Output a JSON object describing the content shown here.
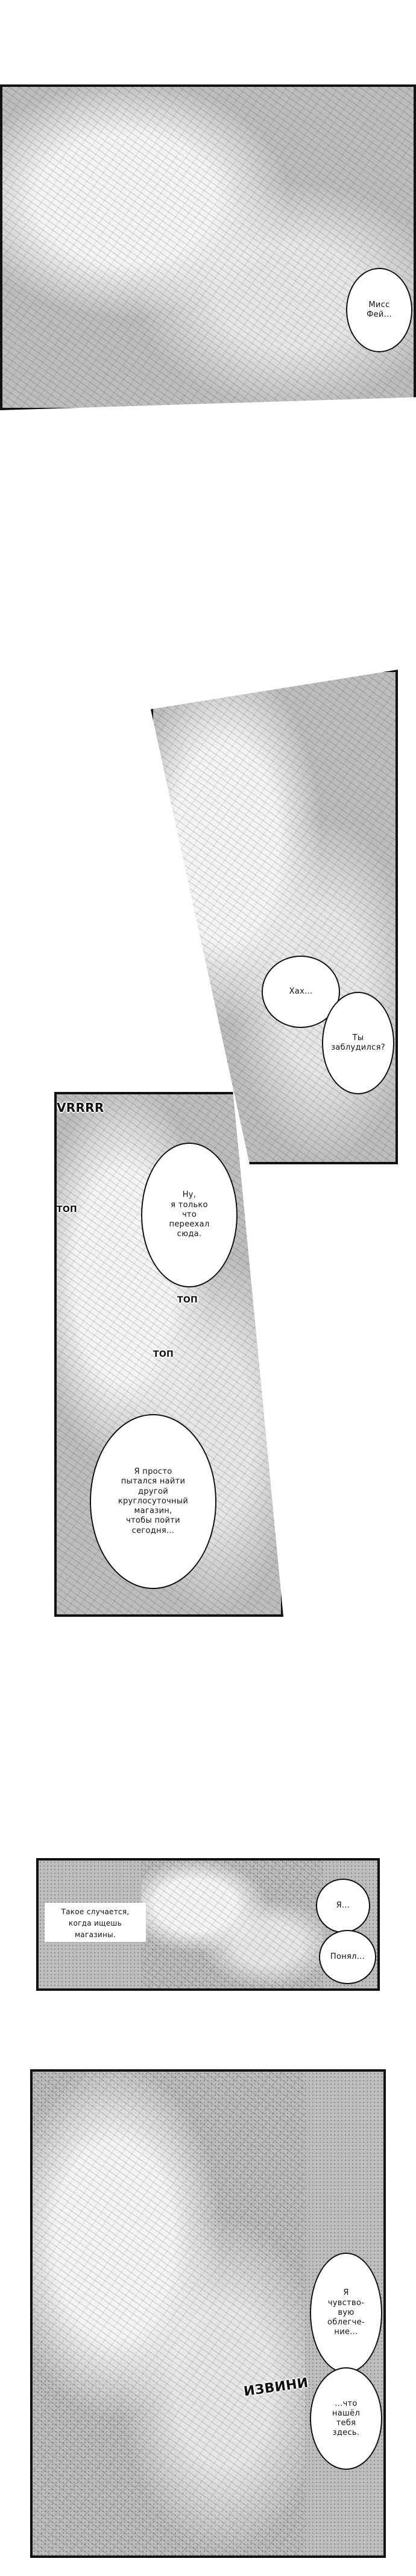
{
  "panels": [
    {
      "id": "p1",
      "bubbles": [
        {
          "text": "Мисс\nФей..."
        }
      ]
    },
    {
      "id": "p2",
      "bubbles": [
        {
          "text": "Хах..."
        },
        {
          "text": "Ты\nзаблудился?"
        }
      ]
    },
    {
      "id": "p3",
      "sfx": [
        "VRRRR",
        "ТОП",
        "ТОП",
        "ТОП"
      ],
      "bubbles": [
        {
          "text": "Ну,\nя только\nчто\nпереехал\nсюда."
        },
        {
          "text": "Я просто\nпытался найти\nдругой\nкруглосуточный\nмагазин,\nчтобы пойти\nсегодня..."
        }
      ]
    },
    {
      "id": "p4",
      "captions": [
        "Такое случается,\nкогда ищешь\nмагазины."
      ],
      "bubbles": [
        {
          "text": "Я..."
        },
        {
          "text": "Понял..."
        }
      ]
    },
    {
      "id": "p5",
      "sfx": [
        "ИЗВИНИ"
      ],
      "bubbles": [
        {
          "text": "Я\nчувство-\nвую\nоблегче-\nние..."
        },
        {
          "text": "...что\nнашёл\nтебя\nздесь."
        }
      ]
    }
  ]
}
